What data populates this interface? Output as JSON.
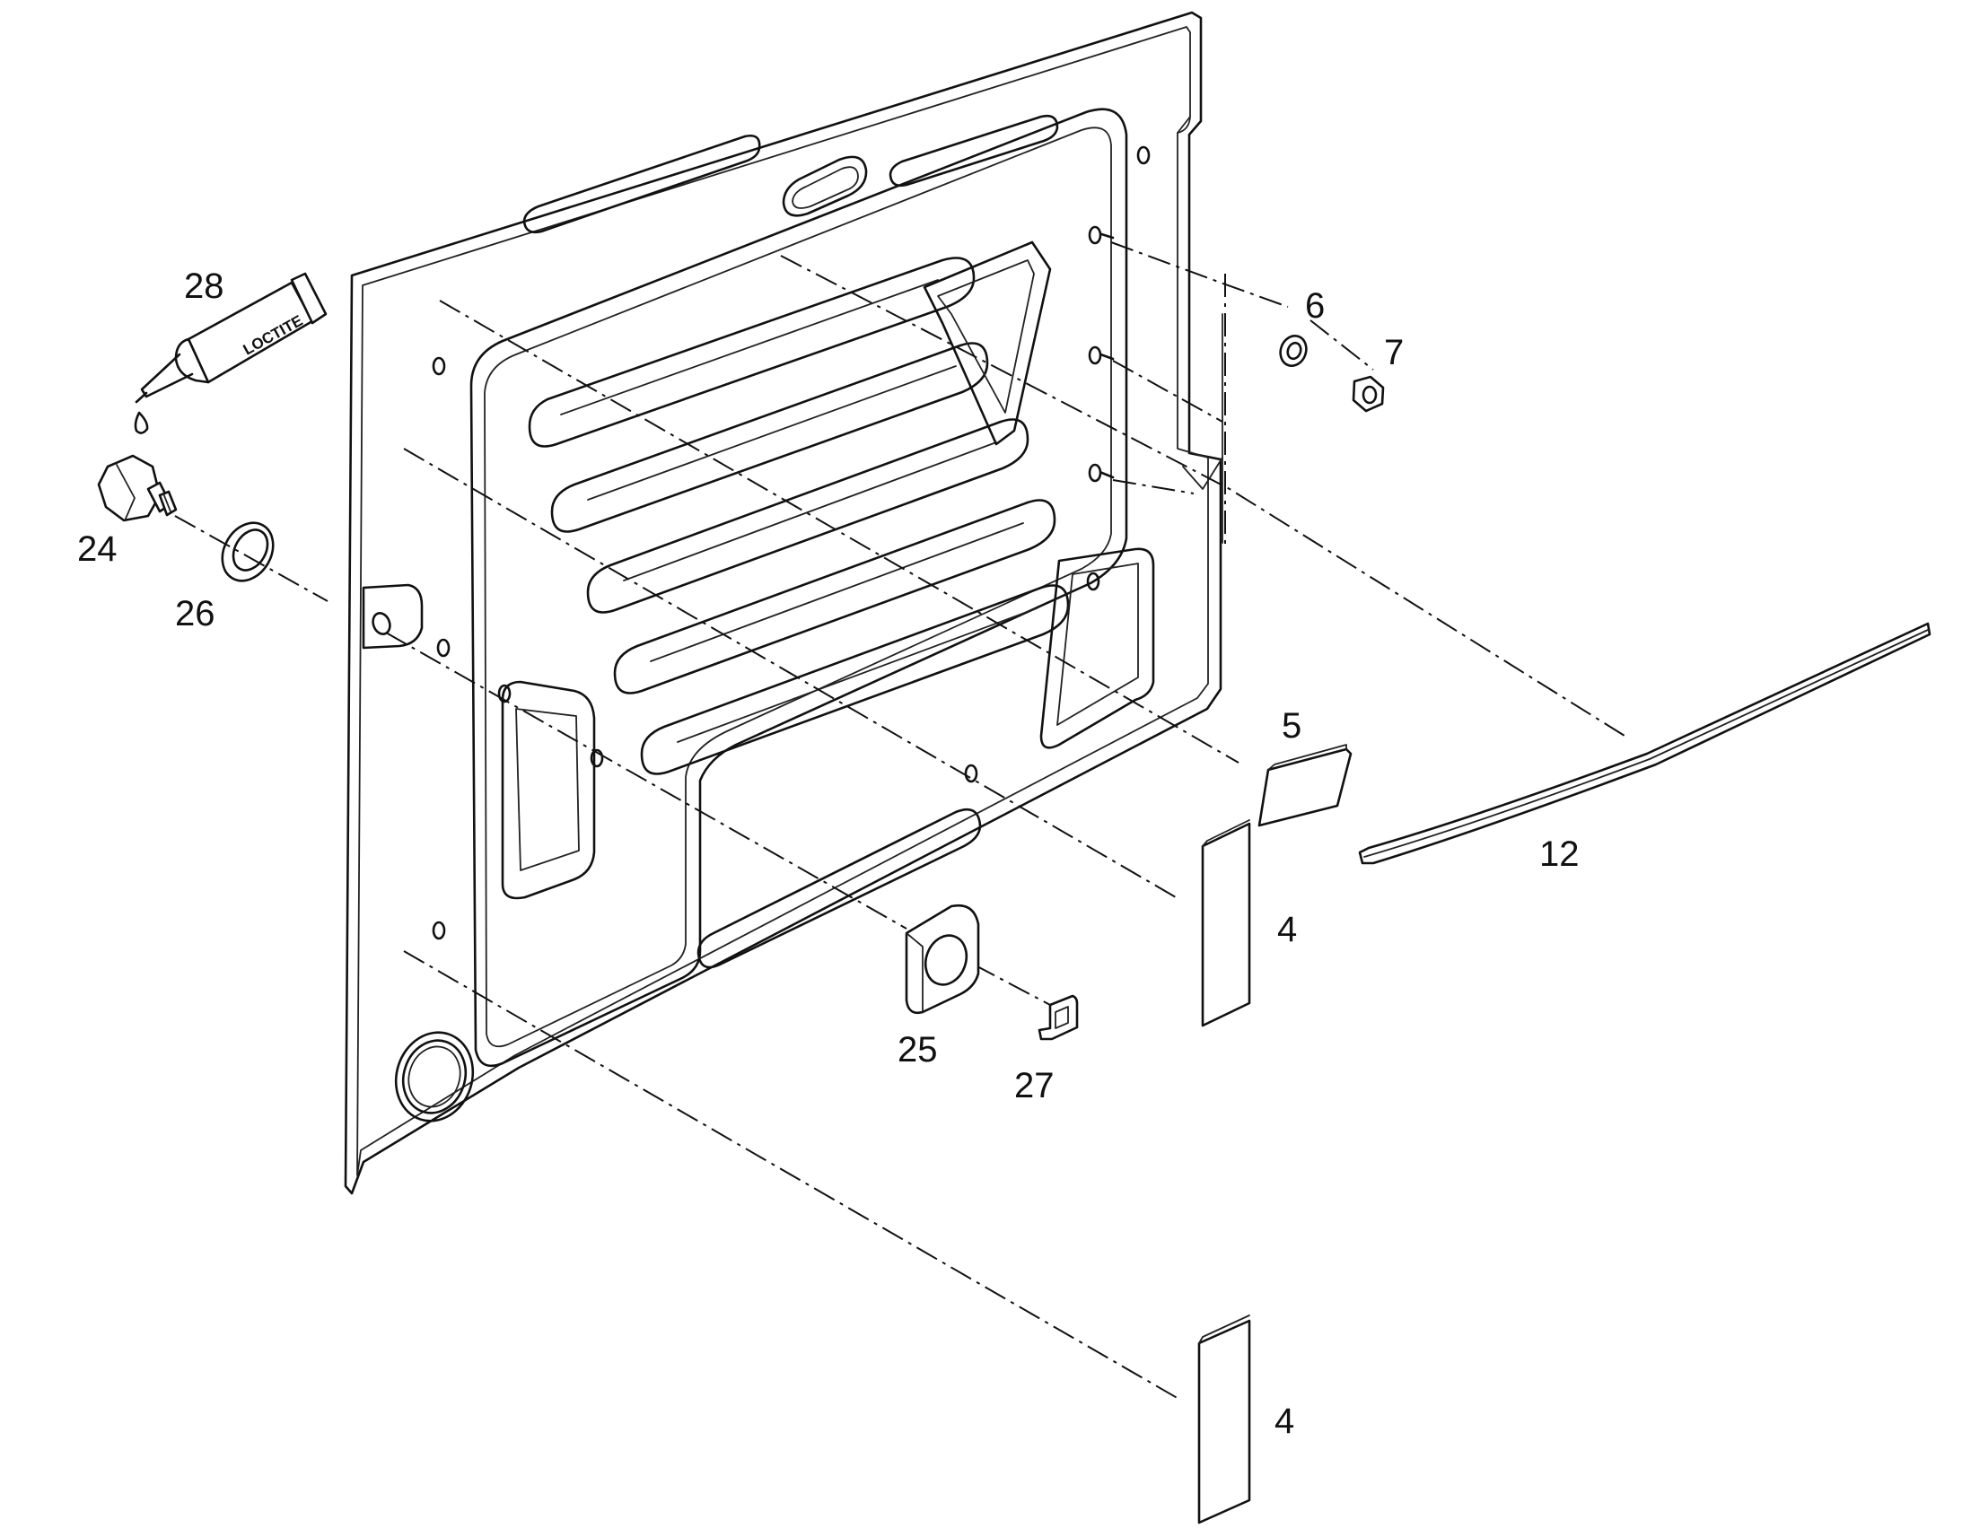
{
  "diagram": {
    "tube_brand": "LOCTITE",
    "callouts": {
      "tube": "28",
      "fitting": "24",
      "gasket": "26",
      "bracket": "25",
      "clip": "27",
      "washer": "6",
      "nut": "7",
      "pad_small": "5",
      "strip_upper": "4",
      "strip_lower": "4",
      "seal_strip": "12"
    }
  }
}
